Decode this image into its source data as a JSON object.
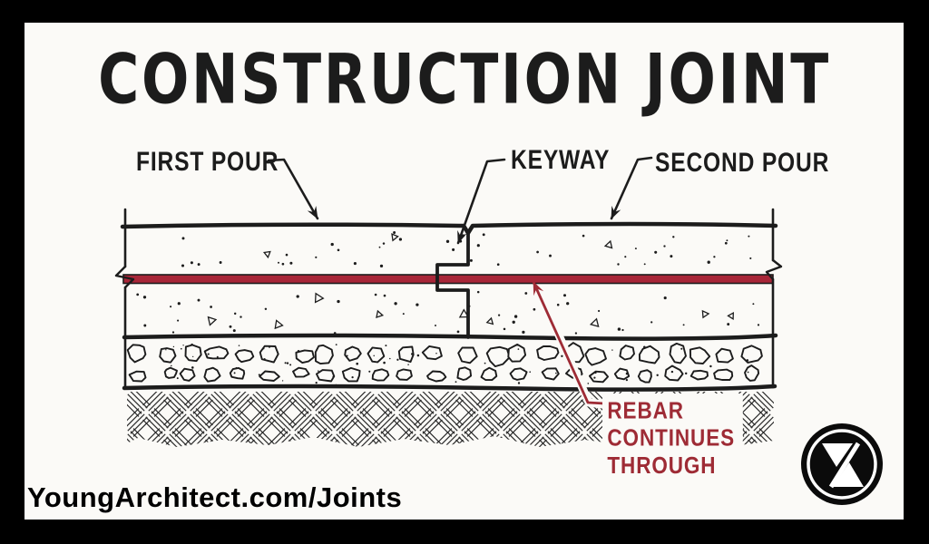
{
  "title": "CONSTRUCTION JOINT",
  "diagram": {
    "labels": {
      "first_pour": "FIRST POUR",
      "keyway": "KEYWAY",
      "second_pour": "SECOND POUR",
      "rebar_note": "REBAR CONTINUES THROUGH"
    }
  },
  "footer": {
    "url_text": "YoungArchitect.com/Joints"
  },
  "logo": {
    "icon": "young-architect-monogram"
  },
  "colors": {
    "frame": "#000000",
    "paper": "#fbfaf7",
    "ink": "#1c1c1c",
    "accent_red": "#9e2b35",
    "rebar_red": "#a82638"
  }
}
